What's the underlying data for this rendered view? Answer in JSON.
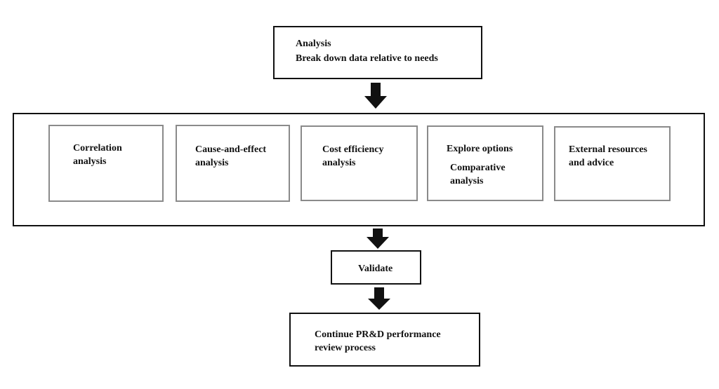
{
  "analysis": {
    "title": "Analysis",
    "subtitle": "Break down data relative to needs"
  },
  "methods": [
    {
      "label": "Correlation\nanalysis"
    },
    {
      "label": "Cause-and-effect\nanalysis"
    },
    {
      "label": "Cost efficiency\nanalysis"
    },
    {
      "label": "Explore options",
      "sub": "Comparative\nanalysis"
    },
    {
      "label": "External resources\nand advice"
    }
  ],
  "validate": {
    "label": "Validate"
  },
  "continue": {
    "label": "Continue PR&D performance\nreview process"
  }
}
